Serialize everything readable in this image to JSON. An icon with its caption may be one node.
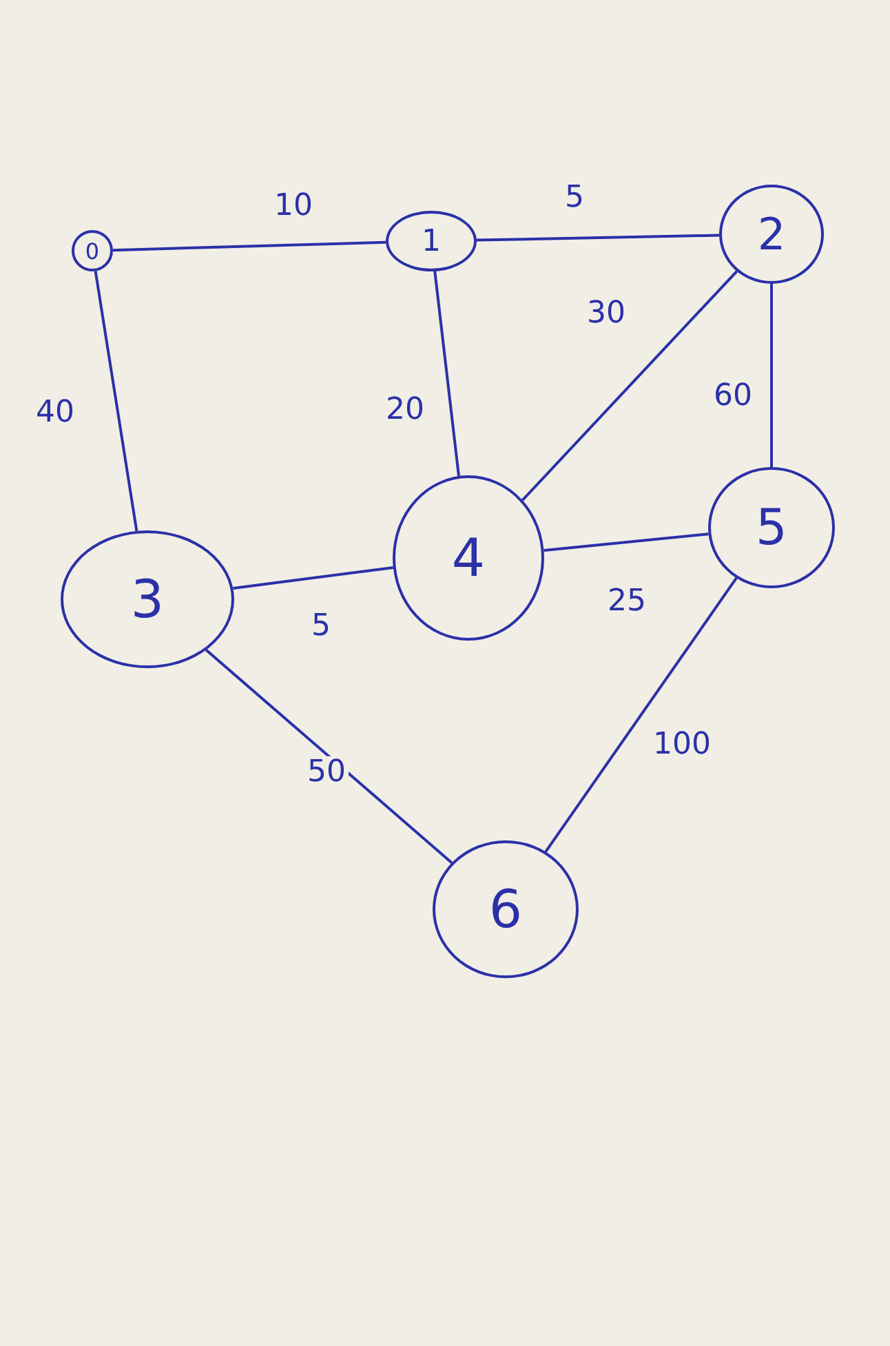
{
  "diagram": {
    "nodes": [
      {
        "text": [
          "0"
        ]
      },
      {
        "text": [
          "1"
        ]
      },
      {
        "text": [
          "2"
        ]
      },
      {
        "text": [
          "3"
        ]
      },
      {
        "text": [
          "4"
        ]
      },
      {
        "text": [
          "5"
        ]
      },
      {
        "text": [
          "6"
        ]
      }
    ],
    "edges": [
      {
        "from": 0,
        "to": 1,
        "arrow": "none",
        "label": "10"
      },
      {
        "from": 1,
        "to": 2,
        "arrow": "none",
        "label": "5"
      },
      {
        "from": 0,
        "to": 3,
        "arrow": "none",
        "label": "40"
      },
      {
        "from": 1,
        "to": 4,
        "arrow": "none",
        "label": "20"
      },
      {
        "from": 2,
        "to": 4,
        "arrow": "none",
        "label": "30"
      },
      {
        "from": 2,
        "to": 5,
        "arrow": "none",
        "label": "60"
      },
      {
        "from": 3,
        "to": 4,
        "arrow": "none",
        "label": "5"
      },
      {
        "from": 4,
        "to": 5,
        "arrow": "none",
        "label": "25"
      },
      {
        "from": 3,
        "to": 6,
        "arrow": "none",
        "label": "50"
      },
      {
        "from": 5,
        "to": 6,
        "arrow": "none",
        "label": "100"
      }
    ]
  }
}
